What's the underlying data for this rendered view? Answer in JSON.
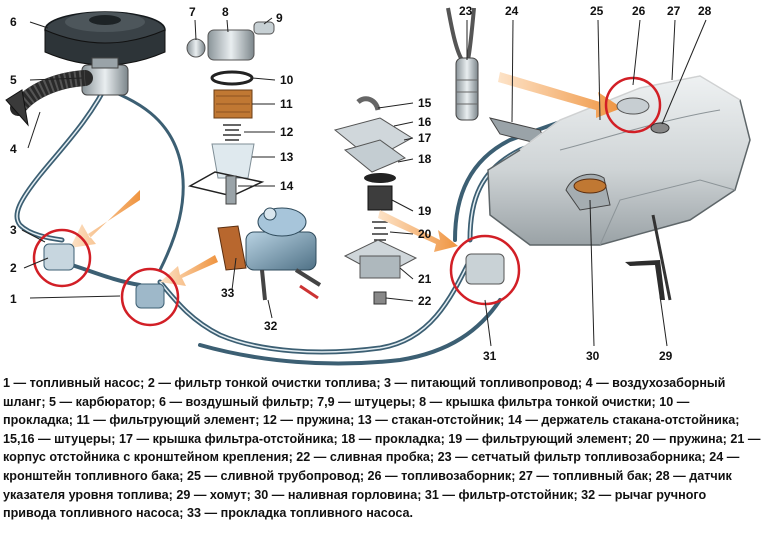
{
  "diagram": {
    "callout_numbers": [
      "1",
      "2",
      "3",
      "4",
      "5",
      "6",
      "7",
      "8",
      "9",
      "10",
      "11",
      "12",
      "13",
      "14",
      "15",
      "16",
      "17",
      "18",
      "19",
      "20",
      "21",
      "22",
      "23",
      "24",
      "25",
      "26",
      "27",
      "28",
      "29",
      "30",
      "31",
      "32",
      "33"
    ],
    "colors": {
      "fuel_line": "#3c5f73",
      "fuel_line_highlight": "#e4eef3",
      "tank": "#d4d8da",
      "tank_shadow": "#a3aaae",
      "highlight_arrow": "#f0a25a",
      "detail_circle": "#d21f26",
      "pump_body": "#6c8fa6",
      "pump_cover": "#a7c5da",
      "filter_element": "#c07833",
      "air_filter": "#2d3438",
      "hose": "#2a2a2a",
      "leader_line": "#222222"
    }
  },
  "caption": {
    "text": "1 — топливный насос; 2 — фильтр тонкой очистки топлива; 3 — питающий топливопровод; 4 — воздухозаборный шланг; 5 — карбюратор; 6 — воздушный фильтр; 7,9 — штуцеры; 8 — крышка фильтра тонкой очистки; 10 — прокладка; 11 — фильтрующий элемент; 12 — пружина; 13 — стакан-отстойник; 14 — держатель стакана-отстойника; 15,16 — штуцеры; 17 — крышка фильтра-отстойника; 18 — прокладка; 19 — фильтрующий элемент; 20 — пружина; 21 — корпус отстойника с кронштейном крепления; 22 — сливная пробка; 23 — сетчатый фильтр топливозаборника; 24 — кронштейн топливного бака; 25 — сливной трубопровод; 26 — топливозаборник; 27 — топливный бак; 28 — датчик указателя уровня топлива; 29 — хомут; 30 — наливная горловина; 31 — фильтр-отстойник; 32 — рычаг ручного привода топливного насоса; 33 — прокладка топливного насоса."
  }
}
